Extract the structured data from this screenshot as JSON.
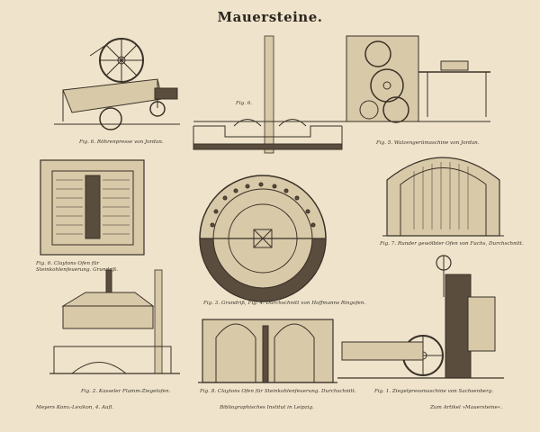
{
  "plate": {
    "title": "Mauersteine.",
    "captions": {
      "fig6_label": "Fig. 6.",
      "fig6": "Fig. 6. Röhrenpresse von Jordan.",
      "fig5": "Fig. 5. Walzengerümaschine von Jordan.",
      "fig5_label": "Fig. 5.",
      "fig6_brick": "Fig. 6. Claytons Ofen für Steinkohlenfeuerung. Grundriß.",
      "fig3_4": "Fig. 3. Grundriß, Fig. 4. Durchschnitt von Hoffmanns Ringofen.",
      "fig7": "Fig. 7. Runder gewölbter Ofen von Fuchs, Durchschnitt.",
      "fig2": "Fig. 2. Kasseler Flamm-Ziegelofen.",
      "fig8": "Fig. 8. Claytons Ofen für Steinkohlenfeuerung. Durchschnitt.",
      "fig1": "Fig. 1. Ziegelpressmaschine von Sachsenberg."
    },
    "footer": {
      "left": "Meyers Konv.-Lexikon, 4. Aufl.",
      "center": "Bibliographisches Institut in Leipzig.",
      "right": "Zum Artikel »Mauersteine«."
    }
  }
}
